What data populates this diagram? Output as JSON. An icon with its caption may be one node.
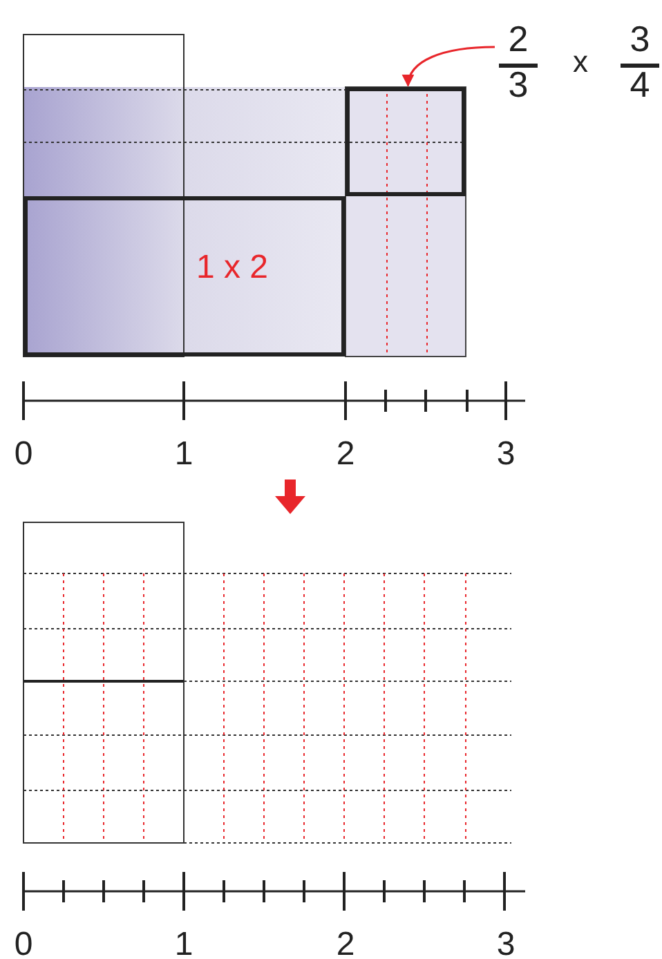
{
  "diagram": {
    "nodes": [
      {
        "text": [
          "2",
          "3",
          "x",
          "3",
          "4"
        ]
      },
      {
        "text": [],
        "shape": "box"
      },
      {
        "text": [
          "1 x 2"
        ]
      }
    ],
    "edges": [
      {
        "from": 0,
        "to": 1,
        "arrow": "to",
        "color": "#e8262b"
      }
    ],
    "labels": [
      "0",
      "1",
      "2",
      "3",
      "0",
      "1",
      "2",
      "3"
    ]
  }
}
